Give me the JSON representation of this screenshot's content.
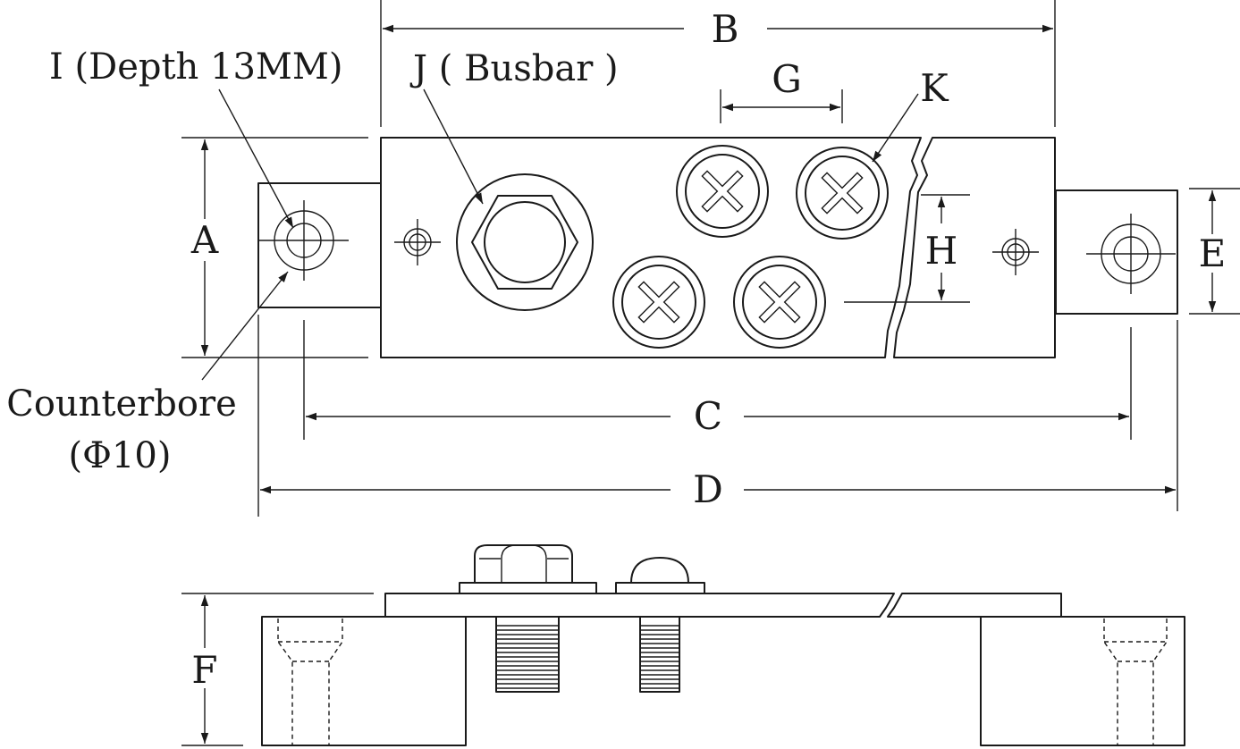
{
  "diagram": {
    "labels": {
      "A": "A",
      "B": "B",
      "C": "C",
      "D": "D",
      "E": "E",
      "F": "F",
      "G": "G",
      "H": "H",
      "K": "K",
      "I": "I (Depth 13MM)",
      "J": "J ( Busbar )",
      "counterbore_line1": "Counterbore",
      "counterbore_line2": "(Φ10)"
    }
  }
}
